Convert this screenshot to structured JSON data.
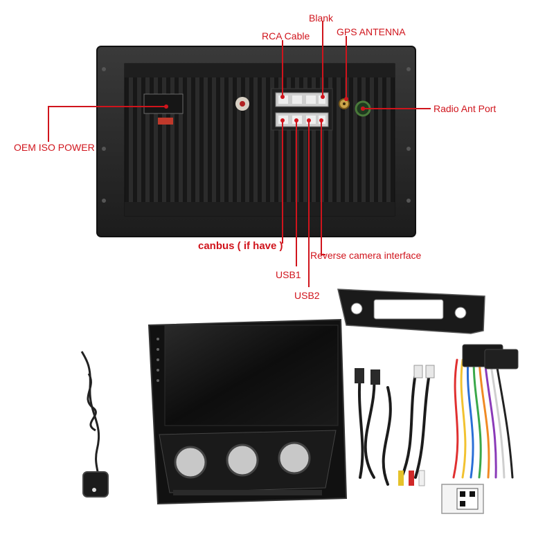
{
  "labels": {
    "blank": "Blank",
    "rca_cable": "RCA Cable",
    "gps_antenna": "GPS ANTENNA",
    "radio_ant_port": "Radio Ant Port",
    "oem_iso_power": "OEM ISO POWER",
    "canbus": "canbus ( if have )",
    "usb1": "USB1",
    "reverse_camera": "Reverse camera interface",
    "usb2": "USB2"
  },
  "colors": {
    "label": "#d0141c",
    "leader_line": "#d0141c",
    "unit_body": "#262626",
    "screen": "#111111",
    "background": "#ffffff"
  }
}
